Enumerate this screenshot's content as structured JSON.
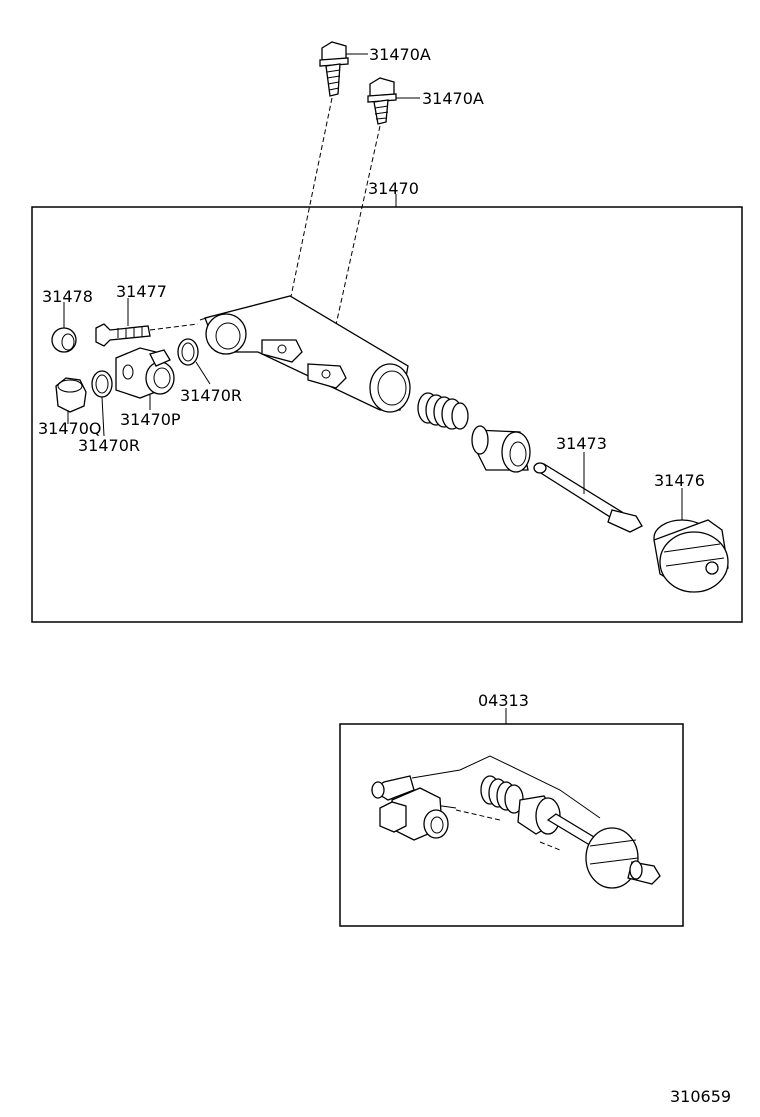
{
  "labels": {
    "bolt_top": "31470A",
    "bolt_second": "31470A",
    "assembly": "31470",
    "plug": "31478",
    "bleeder": "31477",
    "gasket_right": "31470R",
    "union": "31470P",
    "union_plug": "31470Q",
    "gasket_left": "31470R",
    "push_rod": "31473",
    "boot": "31476",
    "kit": "04313"
  },
  "figure_number": "310659"
}
